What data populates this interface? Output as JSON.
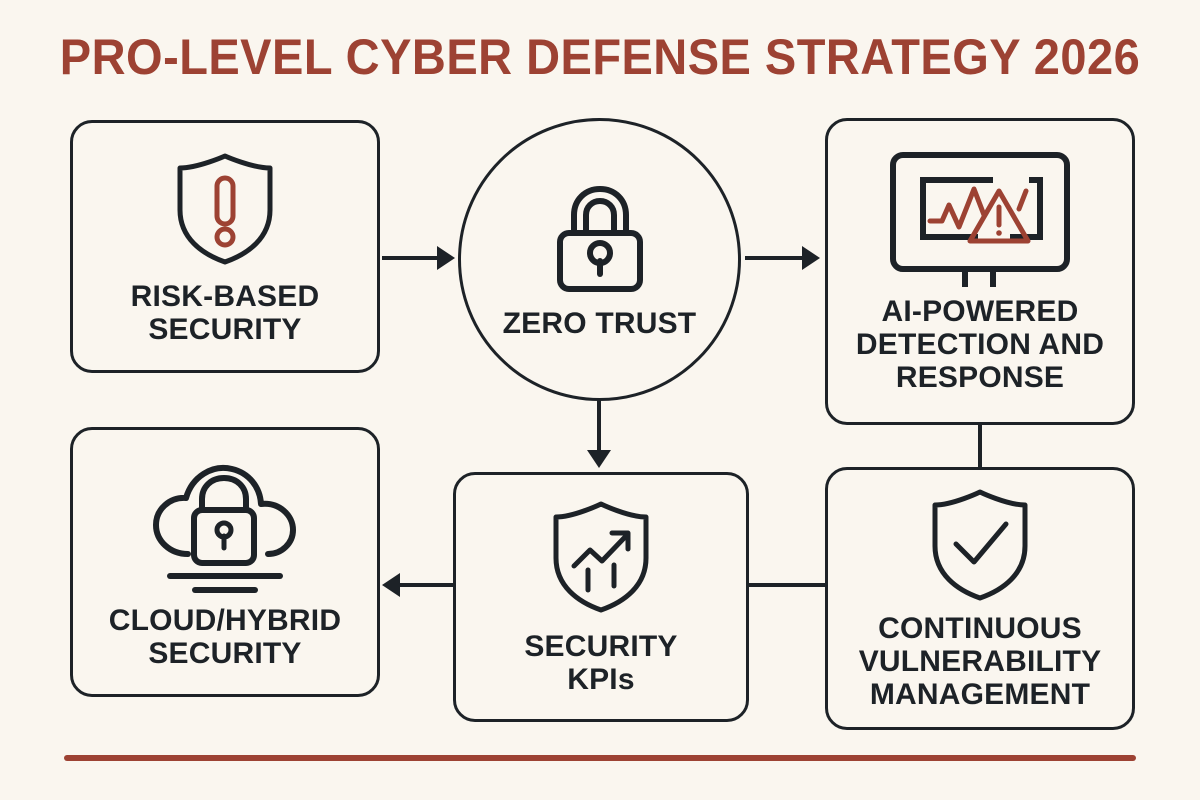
{
  "page": {
    "title": "PRO-LEVEL CYBER DEFENSE STRATEGY 2026",
    "background_color": "#faf6ef",
    "accent_color": "#9d4233",
    "ink_color": "#1d2227"
  },
  "nodes": [
    {
      "id": "risk-based-security",
      "label": "RISK-BASED\nSECURITY",
      "shape": "rounded-rect",
      "icon": "shield-exclamation-icon"
    },
    {
      "id": "zero-trust",
      "label": "ZERO TRUST",
      "shape": "circle",
      "icon": "padlock-icon"
    },
    {
      "id": "ai-powered-detection-and-response",
      "label": "AI-POWERED\nDETECTION AND\nRESPONSE",
      "shape": "rounded-rect",
      "icon": "monitor-alert-chart-icon"
    },
    {
      "id": "cloud-hybrid-security",
      "label": "CLOUD/HYBRID\nSECURITY",
      "shape": "rounded-rect",
      "icon": "cloud-lock-icon"
    },
    {
      "id": "security-kpis",
      "label": "SECURITY\nKPIs",
      "shape": "rounded-rect",
      "icon": "shield-trend-arrow-icon"
    },
    {
      "id": "continuous-vulnerability-management",
      "label": "CONTINUOUS\nVULNERABILITY\nMANAGEMENT",
      "shape": "rounded-rect",
      "icon": "shield-check-icon"
    }
  ],
  "connectors": [
    {
      "from": "risk-based-security",
      "to": "zero-trust",
      "style": "arrow-right"
    },
    {
      "from": "zero-trust",
      "to": "ai-powered-detection-and-response",
      "style": "arrow-right"
    },
    {
      "from": "zero-trust",
      "to": "security-kpis",
      "style": "arrow-down"
    },
    {
      "from": "ai-powered-detection-and-response",
      "to": "continuous-vulnerability-management",
      "style": "plain-line"
    },
    {
      "from": "continuous-vulnerability-management",
      "to": "security-kpis",
      "style": "plain-line"
    },
    {
      "from": "security-kpis",
      "to": "cloud-hybrid-security",
      "style": "arrow-left"
    }
  ],
  "footer": {
    "rule_color": "#9d4233"
  }
}
